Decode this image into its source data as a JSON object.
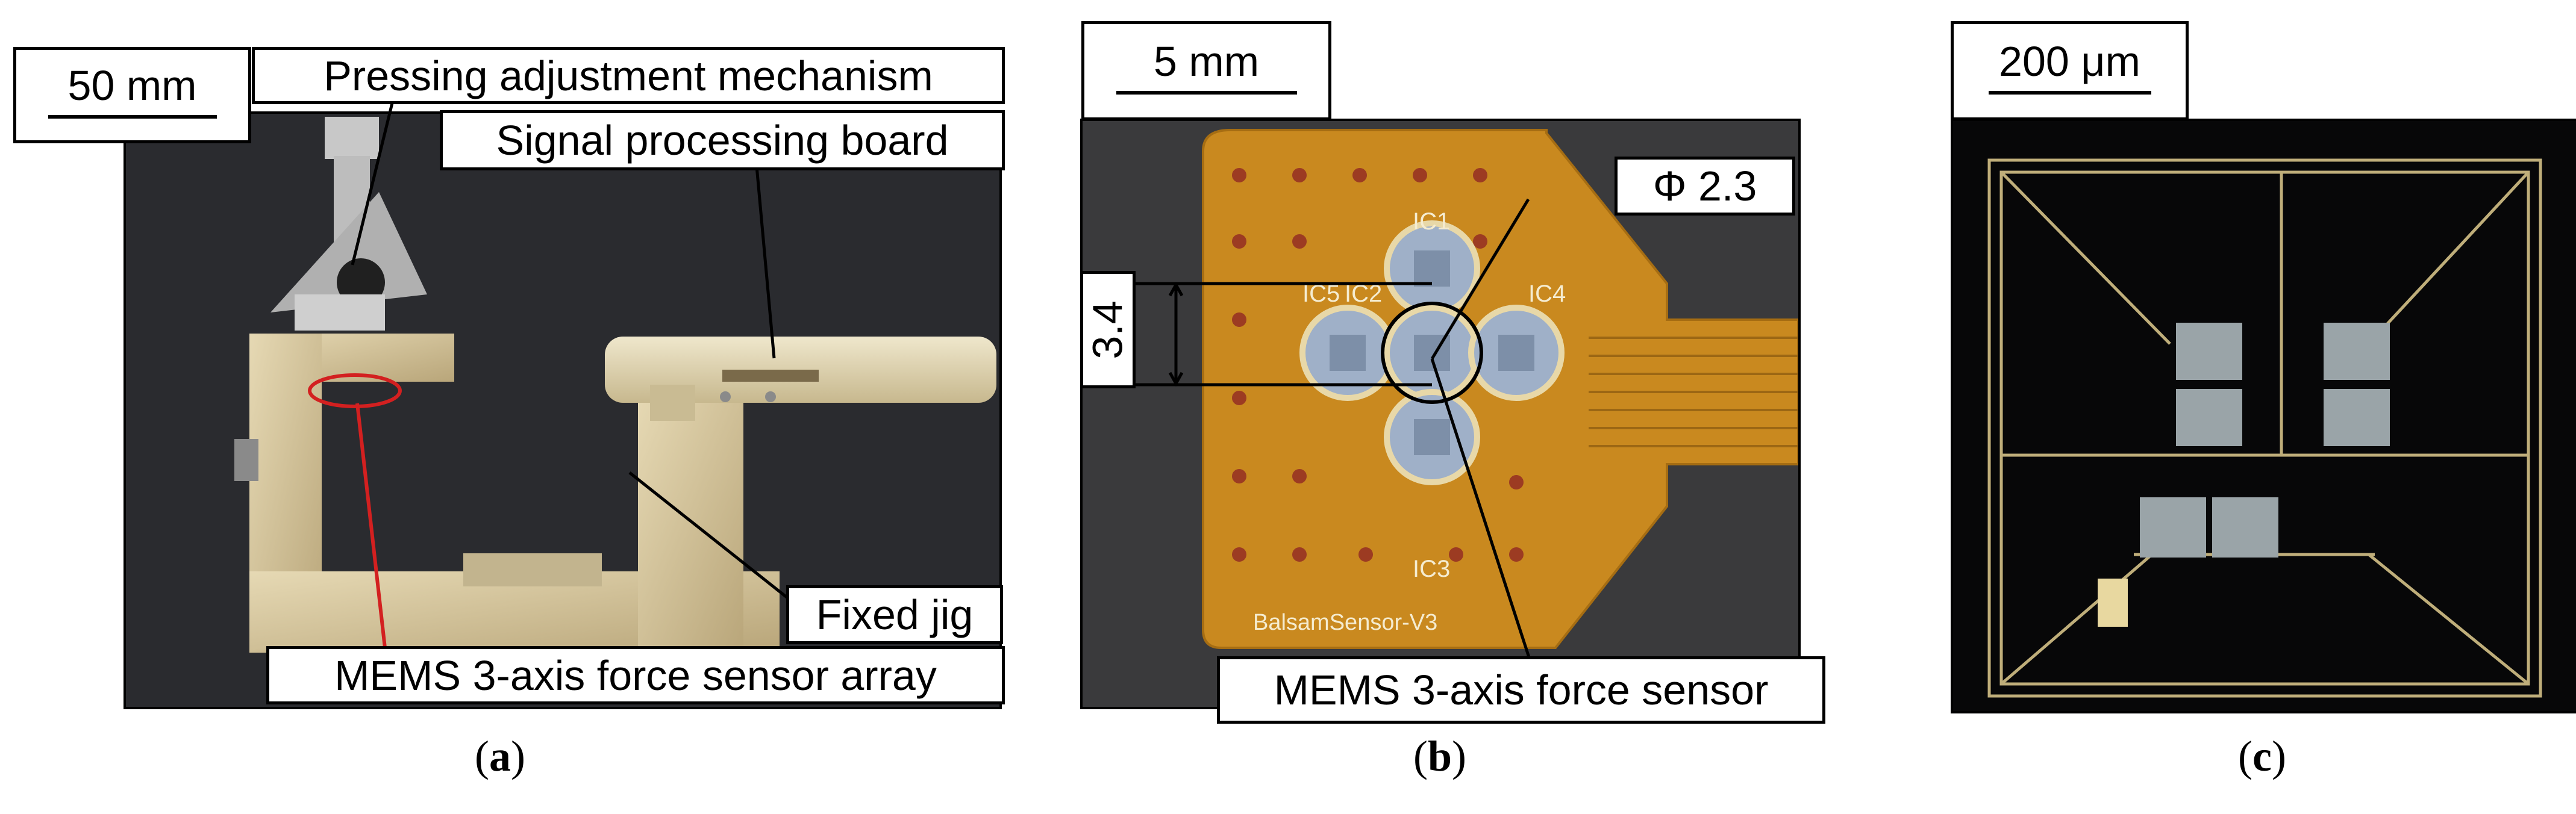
{
  "panel_a": {
    "scale_bar": "50 mm",
    "labels": {
      "pressing": "Pressing adjustment mechanism",
      "signal": "Signal processing board",
      "jig": "Fixed jig",
      "mems_array": "MEMS 3-axis force sensor array"
    },
    "caption_letter": "a"
  },
  "panel_b": {
    "scale_bar": "5 mm",
    "diameter_label": "Φ 2.3",
    "spacing_label": "3.4",
    "chip_labels": [
      "IC1",
      "IC2",
      "IC3",
      "IC4",
      "IC5"
    ],
    "board_text": "BalsamSensor-V3",
    "sensor_label": "MEMS 3-axis force sensor",
    "caption_letter": "b"
  },
  "panel_c": {
    "scale_bar": "200 μm",
    "caption_letter": "c"
  },
  "colors": {
    "background": "#ffffff",
    "photo_dark": "#2b2b2e",
    "board_orange": "#c9891f",
    "jig_beige": "#d9c9a0",
    "leader_red": "#d32020"
  }
}
